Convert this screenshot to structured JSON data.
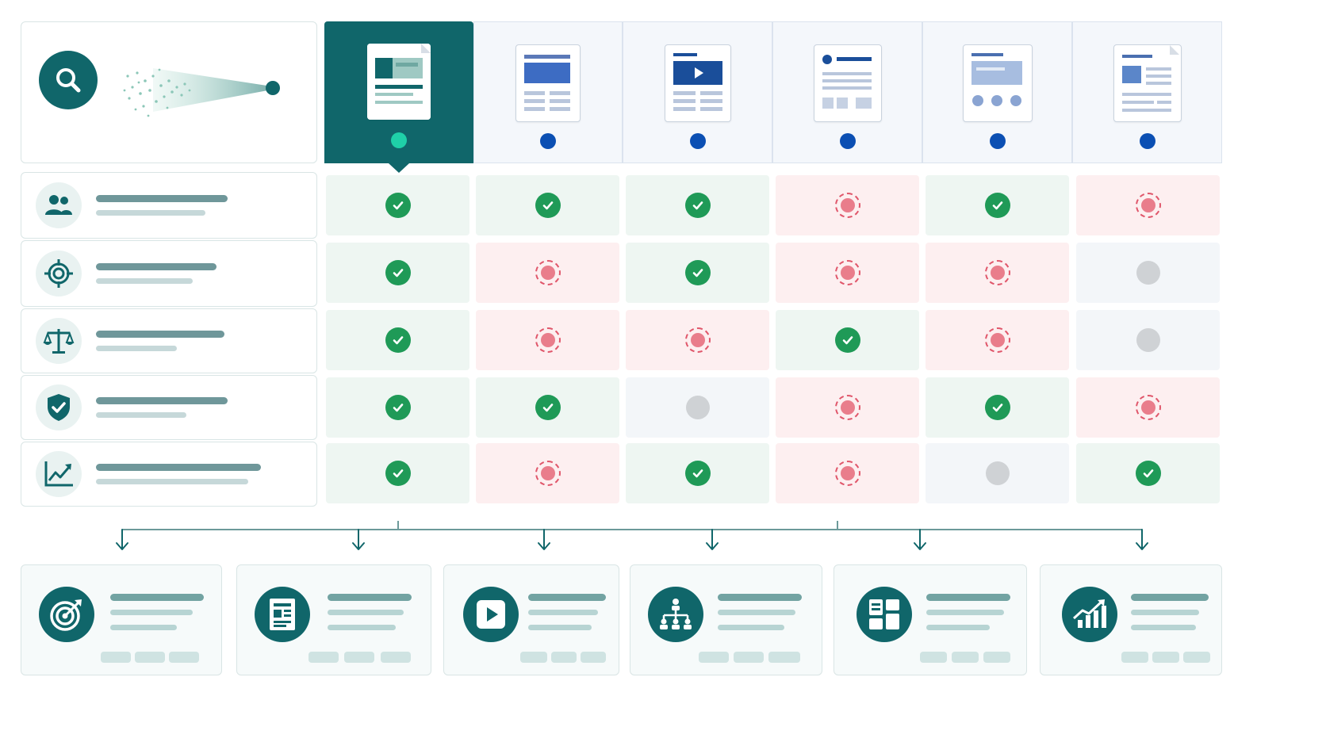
{
  "colors": {
    "accent": "#10666a",
    "pass": "#1f9a57",
    "fail": "#e0576b",
    "neutral": "#cfd2d5",
    "selected_marker": "#1fd0a8",
    "format_marker": "#0b4fb3"
  },
  "header": {
    "search": {
      "icon": "search-icon"
    },
    "formats": [
      {
        "icon": "article-doc-icon",
        "selected": true
      },
      {
        "icon": "web-page-icon",
        "selected": false
      },
      {
        "icon": "video-page-icon",
        "selected": false
      },
      {
        "icon": "list-doc-icon",
        "selected": false
      },
      {
        "icon": "gallery-page-icon",
        "selected": false
      },
      {
        "icon": "text-doc-icon",
        "selected": false
      }
    ]
  },
  "criteria": [
    {
      "icon": "people-icon"
    },
    {
      "icon": "target-icon"
    },
    {
      "icon": "scales-icon"
    },
    {
      "icon": "shield-check-icon"
    },
    {
      "icon": "trend-chart-icon"
    }
  ],
  "matrix": [
    [
      "check",
      "check",
      "check",
      "cross",
      "check",
      "cross"
    ],
    [
      "check",
      "cross",
      "check",
      "cross",
      "cross",
      "neutral"
    ],
    [
      "check",
      "cross",
      "cross",
      "check",
      "cross",
      "neutral"
    ],
    [
      "check",
      "check",
      "neutral",
      "cross",
      "check",
      "cross"
    ],
    [
      "check",
      "cross",
      "check",
      "cross",
      "neutral",
      "check"
    ]
  ],
  "outputs": [
    {
      "icon": "bullseye-icon"
    },
    {
      "icon": "newspaper-icon"
    },
    {
      "icon": "play-icon"
    },
    {
      "icon": "org-chart-icon"
    },
    {
      "icon": "dashboard-icon"
    },
    {
      "icon": "growth-chart-icon"
    }
  ]
}
